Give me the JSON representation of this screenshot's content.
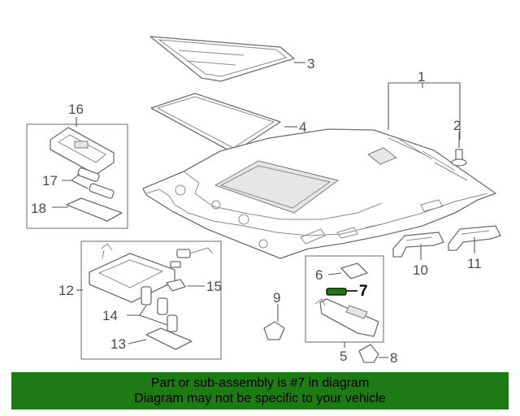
{
  "diagram": {
    "callouts": [
      "1",
      "2",
      "3",
      "4",
      "5",
      "6",
      "7",
      "8",
      "9",
      "10",
      "11",
      "12",
      "13",
      "14",
      "15",
      "16",
      "17",
      "18"
    ],
    "highlight_color": "#000000",
    "part_color": "#6e6e6e"
  },
  "banner": {
    "line1": "Part or sub-assembly is #7 in diagram",
    "line2": "Diagram may not be specific to your vehicle",
    "background": "#1e7a14"
  }
}
